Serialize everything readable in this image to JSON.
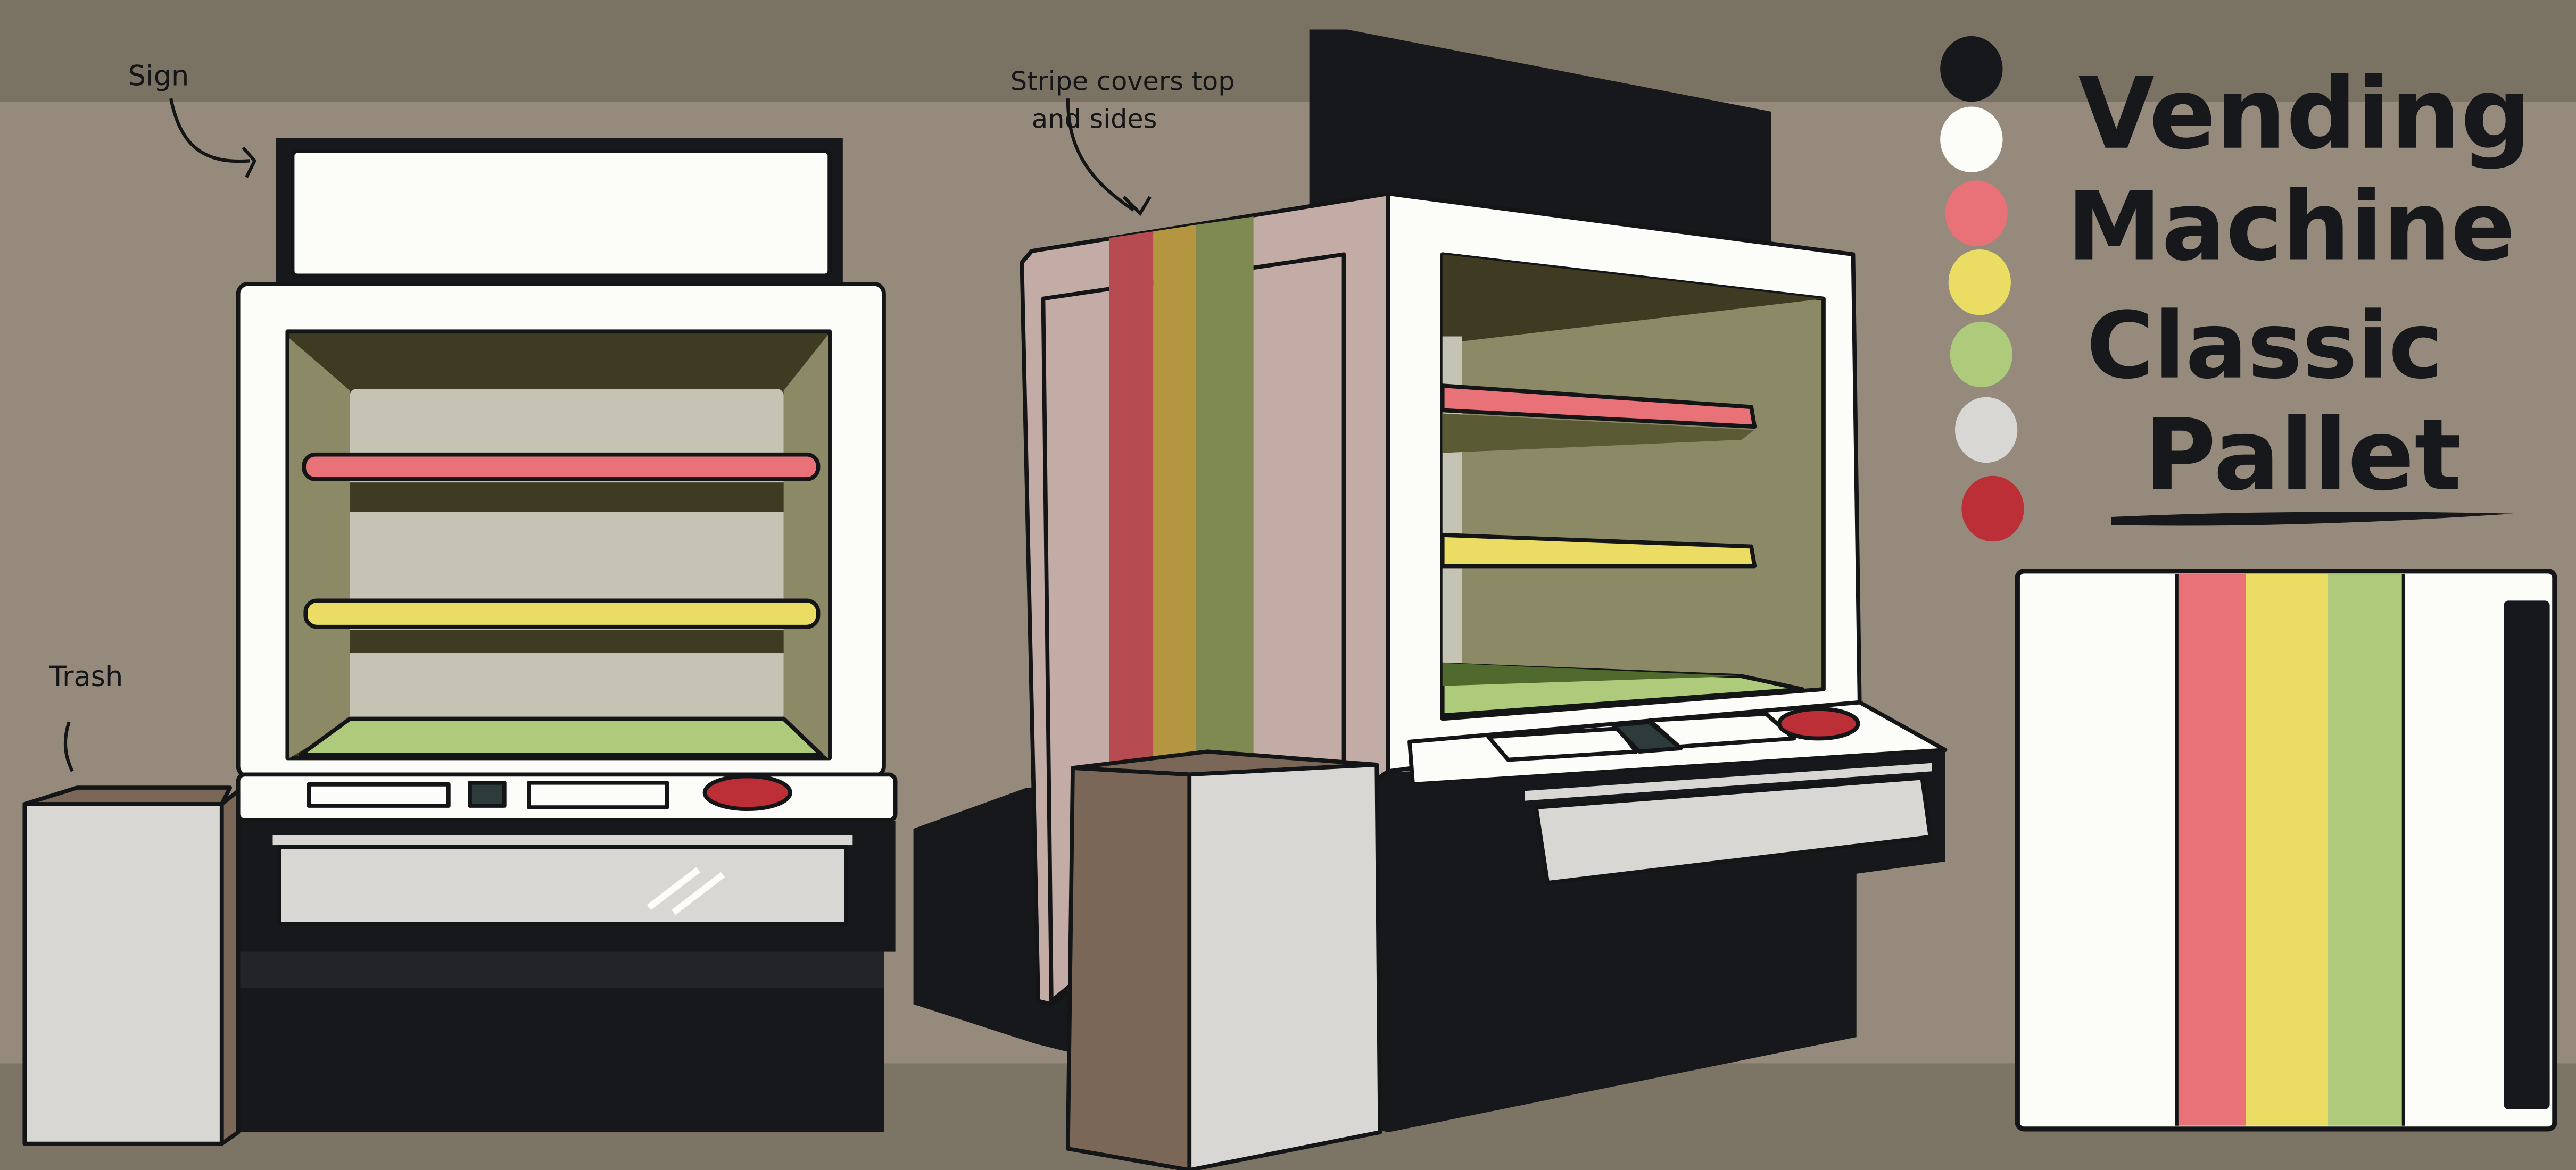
{
  "annotations": {
    "sign": "Sign",
    "trash": "Trash",
    "stripe_line1": "Stripe covers top",
    "stripe_line2": "and sides"
  },
  "title": {
    "line1": "Vending",
    "line2": "Machine",
    "line3": "Classic",
    "line4": "Pallet"
  },
  "palette": [
    "#17181b",
    "#fcfdf9",
    "#e87278",
    "#ebdc63",
    "#adcb7b",
    "#d8d7d4",
    "#bd2f37"
  ],
  "colors": {
    "bg_top": "#7a7263",
    "bg_mid": "#958a7b",
    "interior_dark": "#3e3b22",
    "interior_side": "#8c8a66",
    "side_panel": "#c4aca6",
    "trash_brown": "#7b6758"
  }
}
